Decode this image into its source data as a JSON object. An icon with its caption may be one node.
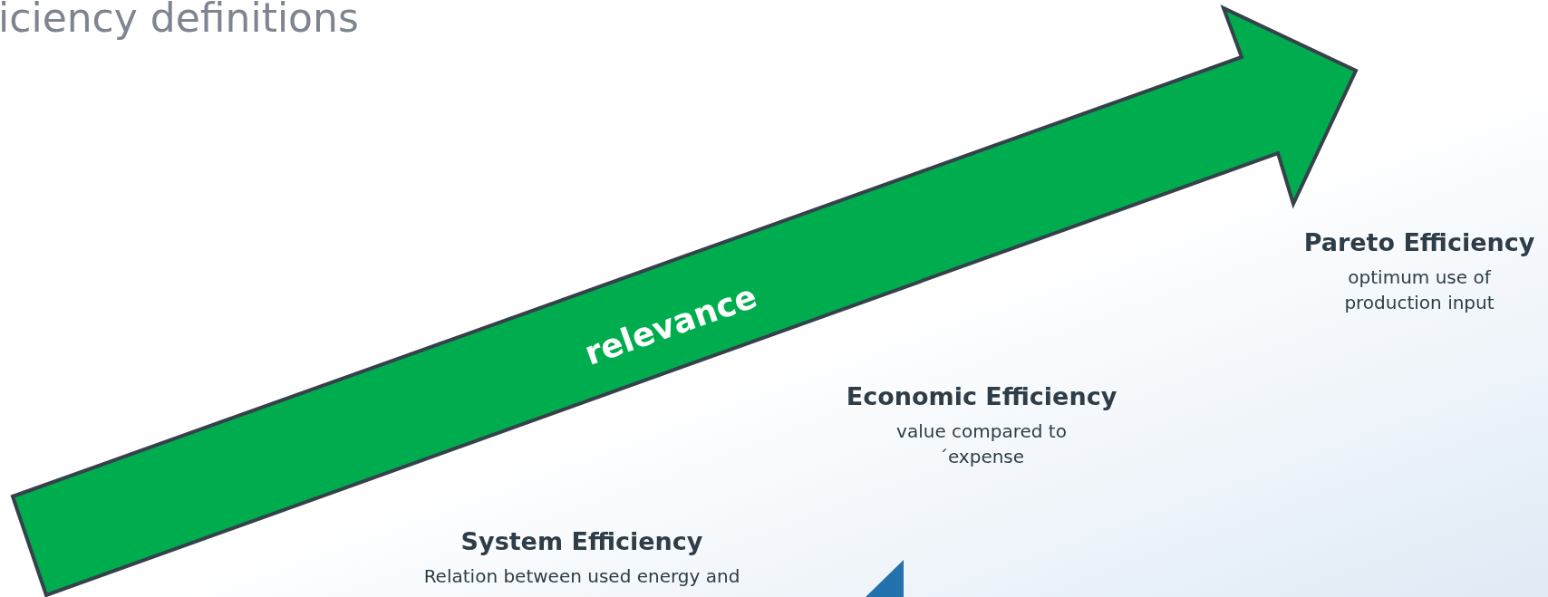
{
  "diagram": {
    "title": "iciency definitions",
    "nodes": [
      {
        "text": [
          "relevance"
        ]
      }
    ],
    "labels": [
      "Pareto Efficiency",
      "optimum use of production input",
      "Economic Efficiency",
      "value compared to´expense",
      "System Efficiency",
      "Relation between used energy and"
    ]
  }
}
